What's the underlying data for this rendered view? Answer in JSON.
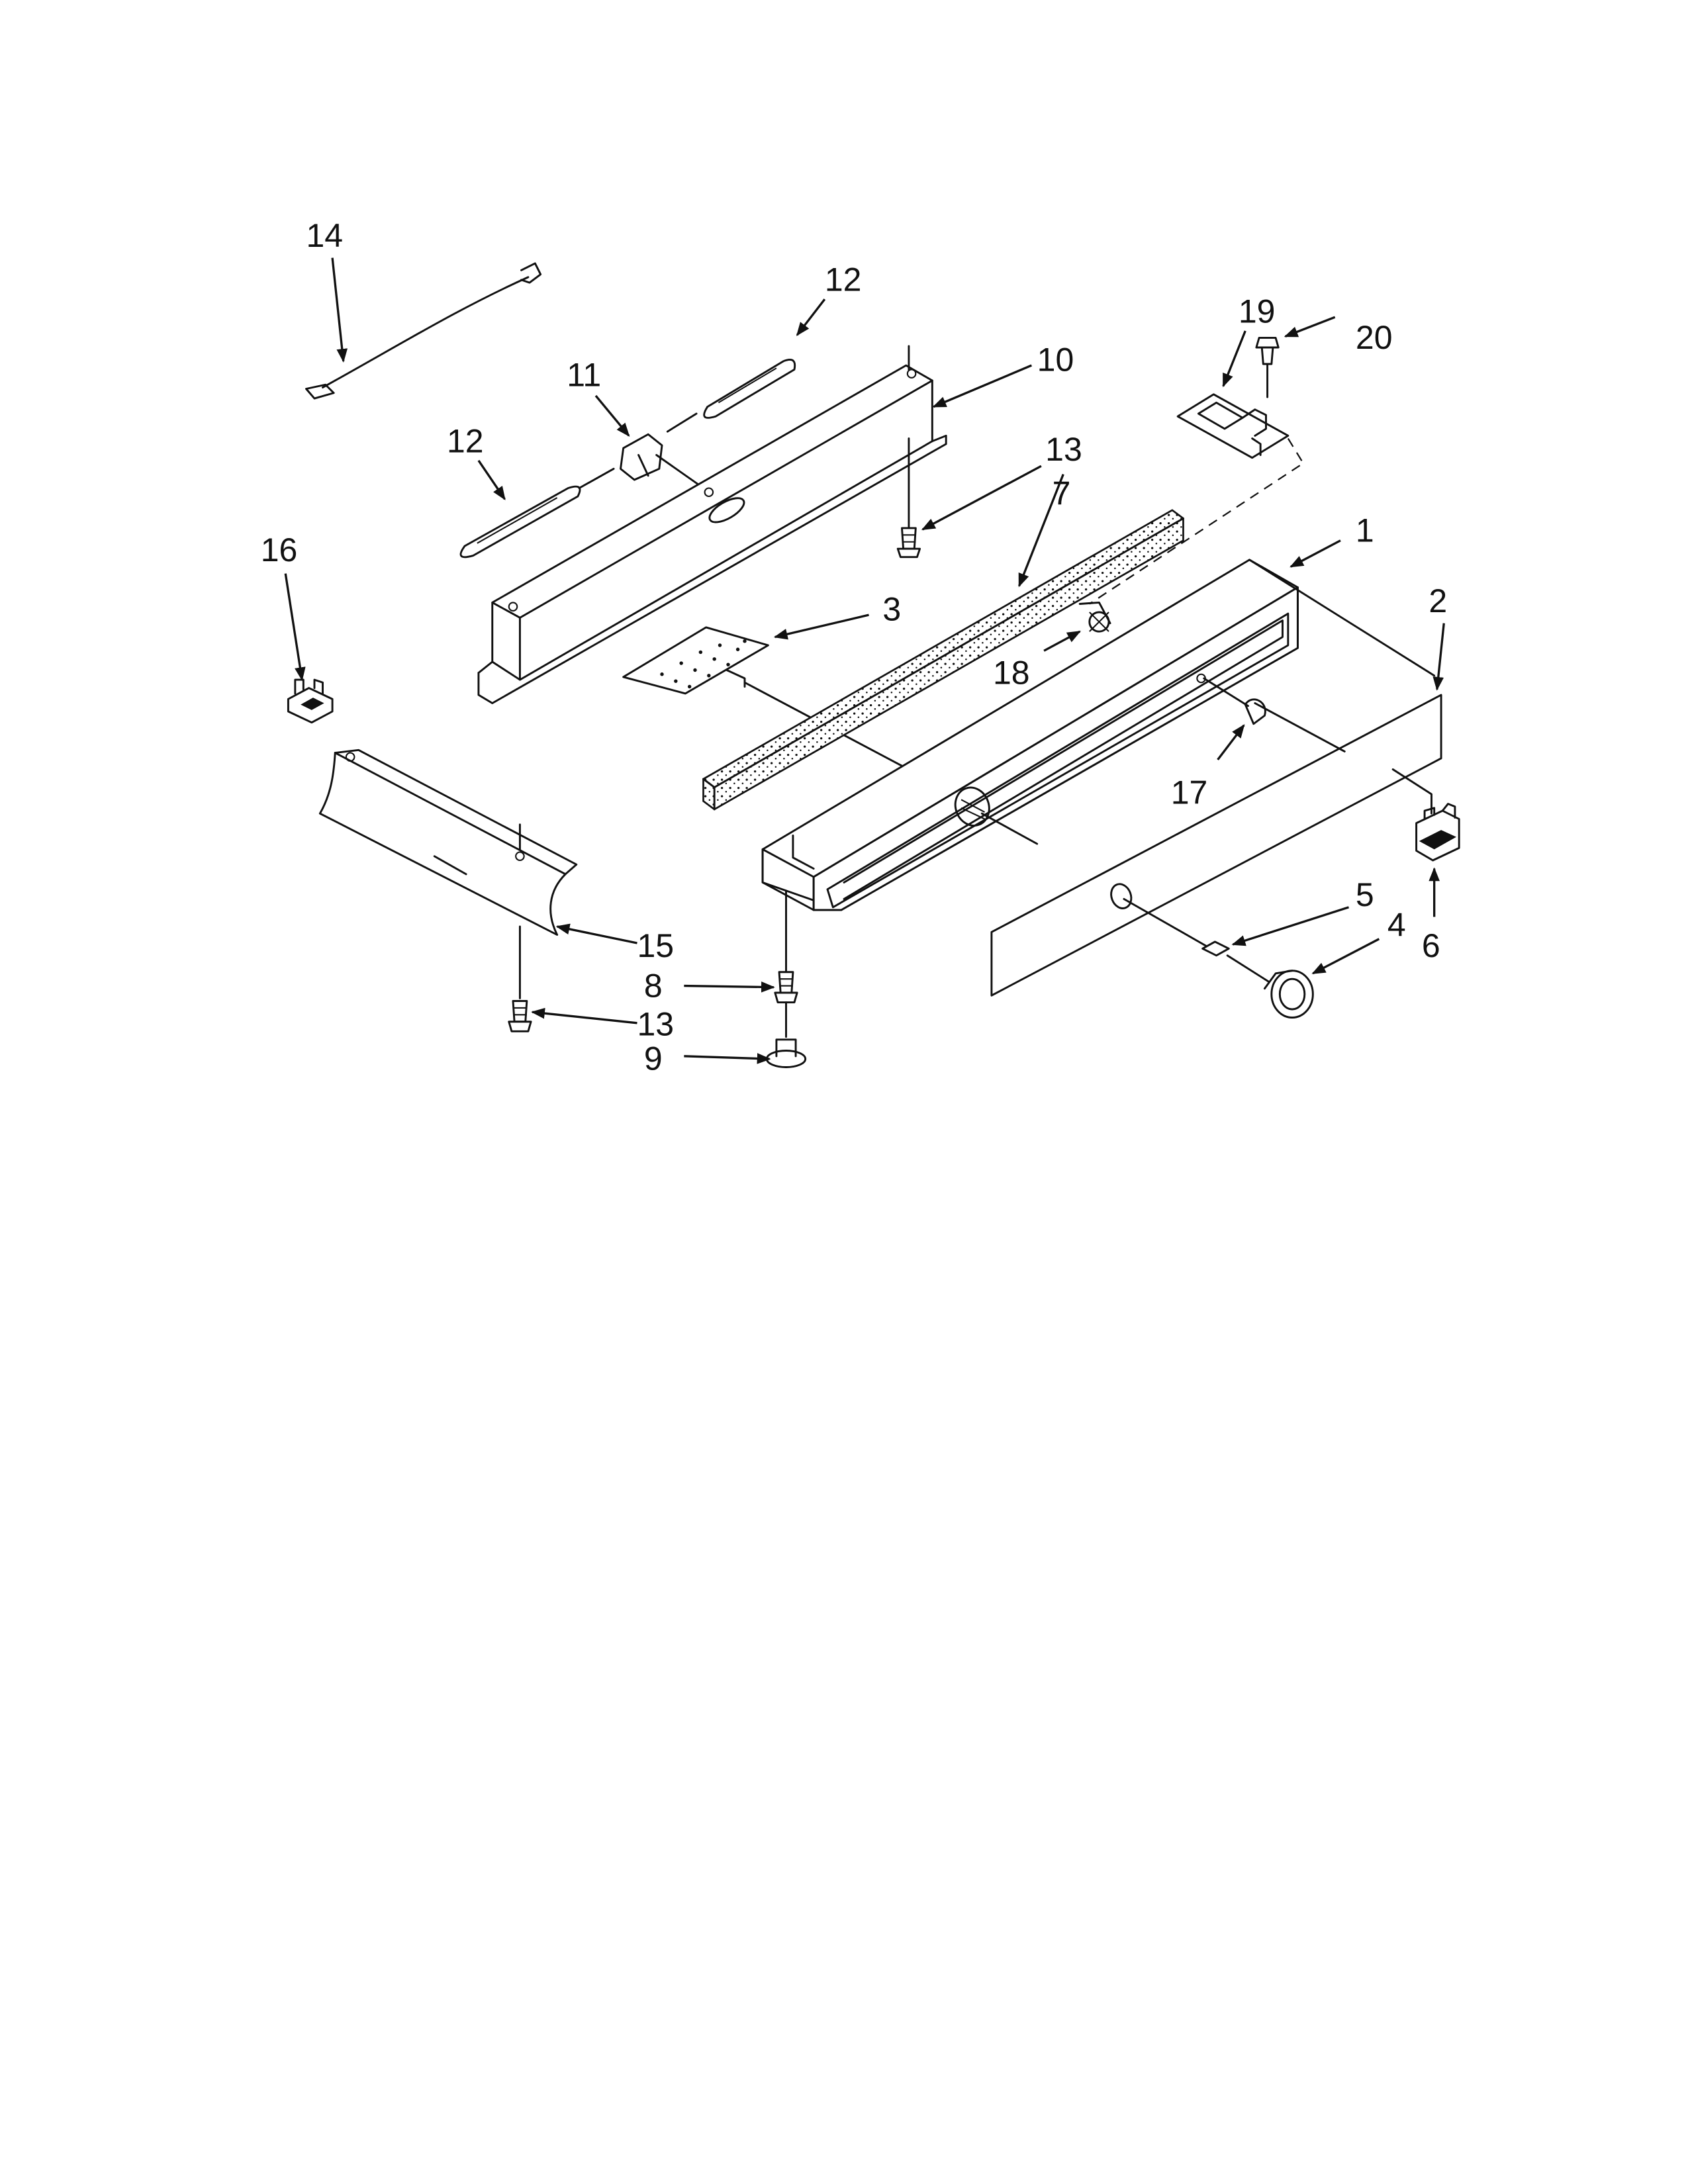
{
  "diagram": {
    "callouts": {
      "c1": "1",
      "c2": "2",
      "c3": "3",
      "c4": "4",
      "c5": "5",
      "c6": "6",
      "c7": "7",
      "c8": "8",
      "c9": "9",
      "c10": "10",
      "c11": "11",
      "c12a": "12",
      "c12b": "12",
      "c13a": "13",
      "c13b": "13",
      "c14": "14",
      "c15": "15",
      "c16": "16",
      "c17": "17",
      "c18": "18",
      "c19": "19",
      "c20": "20"
    }
  }
}
